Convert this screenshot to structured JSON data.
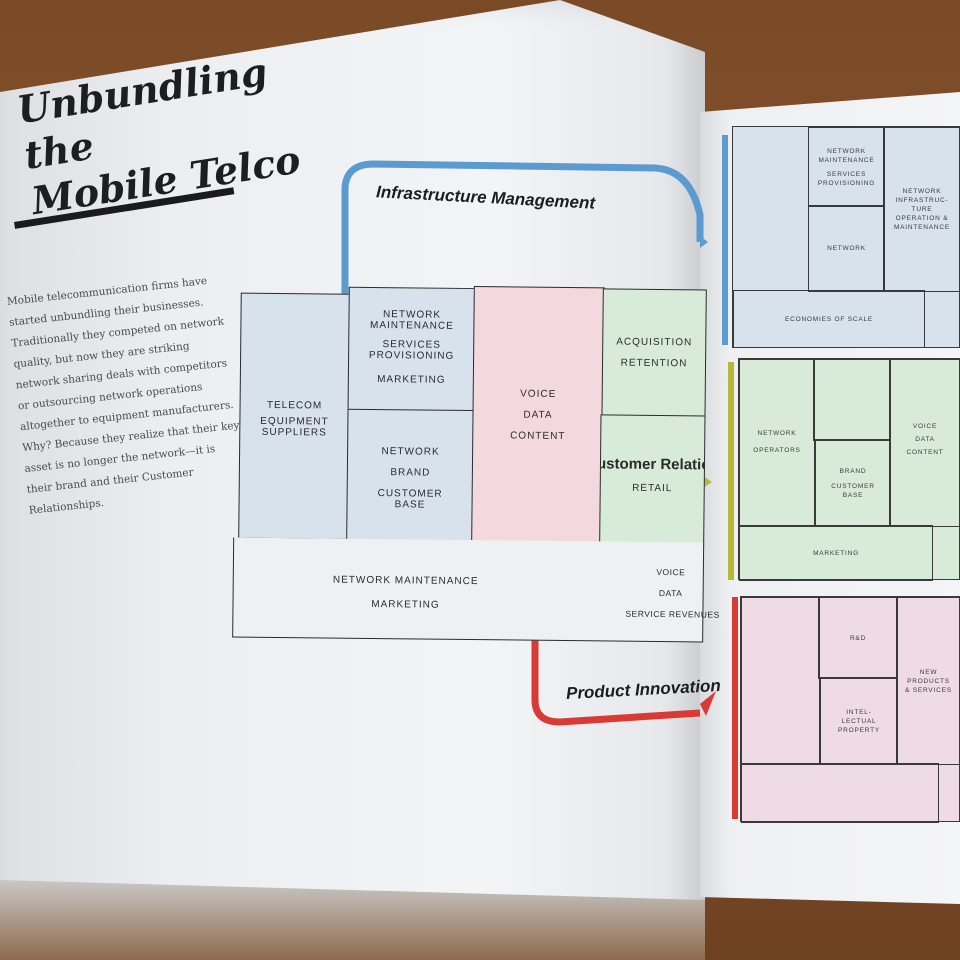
{
  "book": {
    "title_line1": "Unbundling the",
    "title_line2": "Mobile Telco",
    "body": "Mobile telecommunication firms have started unbundling their businesses. Traditionally they competed on network quality, but now they are striking network sharing deals with competitors or outsourcing network operations altogether to equipment manufacturers. Why? Because they realize that their key asset is no longer the network—it is their brand and their Customer Relationships."
  },
  "canvas": {
    "partners": [
      "TELECOM",
      "EQUIPMENT",
      "SUPPLIERS"
    ],
    "activities_top": [
      "NETWORK",
      "MAINTENANCE",
      "SERVICES",
      "PROVISIONING",
      "MARKETING"
    ],
    "resources": [
      "NETWORK",
      "BRAND",
      "CUSTOMER",
      "BASE"
    ],
    "value": [
      "VOICE",
      "DATA",
      "CONTENT"
    ],
    "relationships": [
      "ACQUISITION",
      "RETENTION"
    ],
    "channels_title": "Customer Relationships",
    "channels": [
      "RETAIL"
    ],
    "costs": [
      "NETWORK MAINTENANCE",
      "MARKETING"
    ],
    "revenues": [
      "VOICE",
      "DATA",
      "SERVICE REVENUES"
    ]
  },
  "flows": {
    "infrastructure": "Infrastructure Management",
    "product": "Product Innovation",
    "colors": {
      "infrastructure": "#5b9bd0",
      "customer": "#b7b83a",
      "product": "#d83a35"
    }
  },
  "right_page": {
    "infra": {
      "top": [
        "NETWORK",
        "MAINTENANCE",
        "SERVICES",
        "PROVISIONING"
      ],
      "mid": "NETWORK",
      "side": [
        "NETWORK",
        "INFRASTRUC-",
        "TURE",
        "OPERATION &",
        "MAINTENANCE"
      ],
      "bottom": "ECONOMIES OF SCALE"
    },
    "customer": {
      "left": [
        "NETWORK",
        "OPERATORS"
      ],
      "mid": [
        "BRAND",
        "CUSTOMER",
        "BASE"
      ],
      "right": [
        "VOICE",
        "DATA",
        "CONTENT"
      ],
      "bottom": "MARKETING"
    },
    "product": {
      "top": "R&D",
      "mid": [
        "INTEL-",
        "LECTUAL",
        "PROPERTY"
      ],
      "right": [
        "NEW",
        "PRODUCTS",
        "& SERVICES"
      ]
    }
  }
}
